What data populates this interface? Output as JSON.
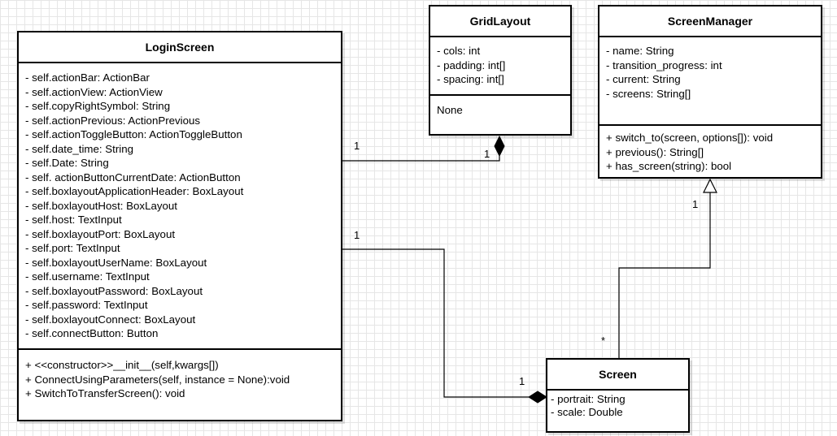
{
  "classes": {
    "login_screen": {
      "name": "LoginScreen",
      "attributes": [
        "- self.actionBar: ActionBar",
        "- self.actionView: ActionView",
        "- self.copyRightSymbol: String",
        "- self.actionPrevious: ActionPrevious",
        "- self.actionToggleButton: ActionToggleButton",
        "- self.date_time: String",
        "- self.Date: String",
        "- self. actionButtonCurrentDate: ActionButton",
        "- self.boxlayoutApplicationHeader: BoxLayout",
        "- self.boxlayoutHost: BoxLayout",
        "- self.host: TextInput",
        "- self.boxlayoutPort: BoxLayout",
        "- self.port: TextInput",
        "- self.boxlayoutUserName: BoxLayout",
        "- self.username: TextInput",
        "- self.boxlayoutPassword: BoxLayout",
        "- self.password: TextInput",
        "- self.boxlayoutConnect: BoxLayout",
        "- self.connectButton: Button"
      ],
      "methods": [
        "+ <<constructor>>__init__(self,kwargs[])",
        "+ ConnectUsingParameters(self, instance = None):void",
        "+ SwitchToTransferScreen(): void"
      ]
    },
    "grid_layout": {
      "name": "GridLayout",
      "attributes": [
        "- cols: int",
        "- padding: int[]",
        "- spacing: int[]"
      ],
      "methods": [
        "None"
      ]
    },
    "screen_manager": {
      "name": "ScreenManager",
      "attributes": [
        "- name: String",
        "- transition_progress: int",
        "- current: String",
        "- screens: String[]"
      ],
      "methods": [
        "+ switch_to(screen, options[]): void",
        "+ previous(): String[]",
        "+ has_screen(string): bool"
      ]
    },
    "screen": {
      "name": "Screen",
      "attributes": [
        "- portrait: String",
        "- scale: Double"
      ]
    }
  },
  "relationships": {
    "login_grid": {
      "type": "composition",
      "source_mult": "1",
      "target_mult": "1"
    },
    "login_screen": {
      "type": "composition",
      "source_mult": "1",
      "target_mult": "1"
    },
    "screen_manager": {
      "type": "generalization",
      "source_mult": "*",
      "target_mult": "1"
    }
  },
  "colors": {
    "grid": "#e6e6e6",
    "stroke": "#000000",
    "box_fill": "#ffffff"
  }
}
